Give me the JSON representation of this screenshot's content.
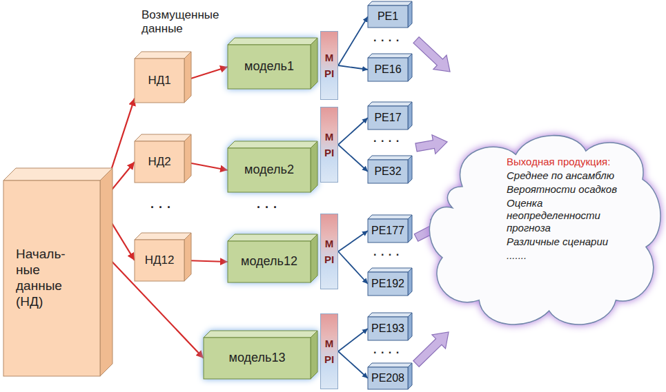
{
  "diagram": {
    "nodes": [
      {
        "text": [
          "Началь- ные данные (НД)"
        ]
      },
      {
        "text": [
          "НД1"
        ]
      },
      {
        "text": [
          "модель1"
        ]
      },
      {
        "text": [
          "MPI"
        ]
      },
      {
        "text": [
          "PE1"
        ]
      },
      {
        "text": [
          "PE16"
        ]
      },
      {
        "text": [
          "НД2"
        ]
      },
      {
        "text": [
          "модель2"
        ]
      },
      {
        "text": [
          "MPI"
        ]
      },
      {
        "text": [
          "PE17"
        ]
      },
      {
        "text": [
          "PE32"
        ]
      },
      {
        "text": [
          "НД12"
        ]
      },
      {
        "text": [
          "модель12"
        ]
      },
      {
        "text": [
          "MPI"
        ]
      },
      {
        "text": [
          "PE177"
        ]
      },
      {
        "text": [
          "PE192"
        ]
      },
      {
        "text": [
          "модель13"
        ]
      },
      {
        "text": [
          "MPI"
        ]
      },
      {
        "text": [
          "PE193"
        ]
      },
      {
        "text": [
          "PE208"
        ]
      },
      {
        "text": [
          "Выходная продукция:",
          "Среднее по ансамблю",
          "Вероятности осадков",
          "Оценка неопределенности прогноза",
          "Различные сценарии",
          "......."
        ]
      }
    ],
    "edges": [
      {
        "from": 0,
        "to": 1,
        "arrow": "to"
      },
      {
        "from": 0,
        "to": 6,
        "arrow": "to"
      },
      {
        "from": 0,
        "to": 11,
        "arrow": "to"
      },
      {
        "from": 0,
        "to": 16,
        "arrow": "to"
      },
      {
        "from": 1,
        "to": 2,
        "arrow": "to"
      },
      {
        "from": 6,
        "to": 7,
        "arrow": "to"
      },
      {
        "from": 11,
        "to": 12,
        "arrow": "to"
      },
      {
        "from": 3,
        "to": 4,
        "arrow": "to"
      },
      {
        "from": 3,
        "to": 5,
        "arrow": "to"
      },
      {
        "from": 8,
        "to": 9,
        "arrow": "to"
      },
      {
        "from": 8,
        "to": 10,
        "arrow": "to"
      },
      {
        "from": 13,
        "to": 14,
        "arrow": "to"
      },
      {
        "from": 13,
        "to": 15,
        "arrow": "to"
      },
      {
        "from": 17,
        "to": 18,
        "arrow": "to"
      },
      {
        "from": 17,
        "to": 19,
        "arrow": "to"
      }
    ],
    "labels": [
      "Возмущенные данные",
      ". . .",
      ". . .",
      ". . . .",
      ". . . .",
      ". . . .",
      ". . . ."
    ]
  }
}
